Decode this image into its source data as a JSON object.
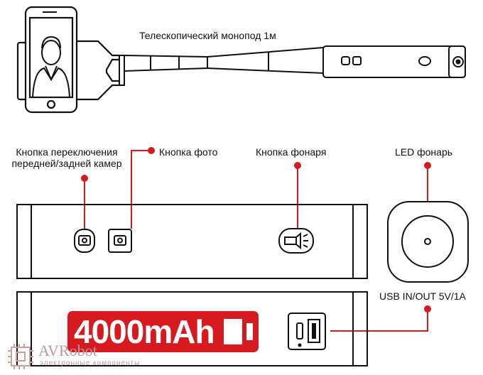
{
  "header": {
    "title": "Телескопический монопод 1м"
  },
  "labels": {
    "camera_switch": [
      "Кнопка переключения",
      "передней/задней камер"
    ],
    "photo": "Кнопка фото",
    "flashlight": "Кнопка фонаря",
    "led": "LED фонарь",
    "usb": "USB IN/OUT 5V/1A"
  },
  "battery": {
    "capacity": "4000mAh"
  },
  "brand": {
    "name": "AVRobot",
    "tagline": "электронные компоненты"
  },
  "colors": {
    "accent": "#d71920",
    "stroke": "#111111",
    "battery_fill": "#d71920"
  },
  "icons": [
    "phone-icon",
    "person-icon",
    "camera-switch-icon",
    "camera-icon",
    "flashlight-icon",
    "led-lens-icon",
    "usb-port-icon",
    "battery-icon",
    "chip-logo-icon"
  ]
}
